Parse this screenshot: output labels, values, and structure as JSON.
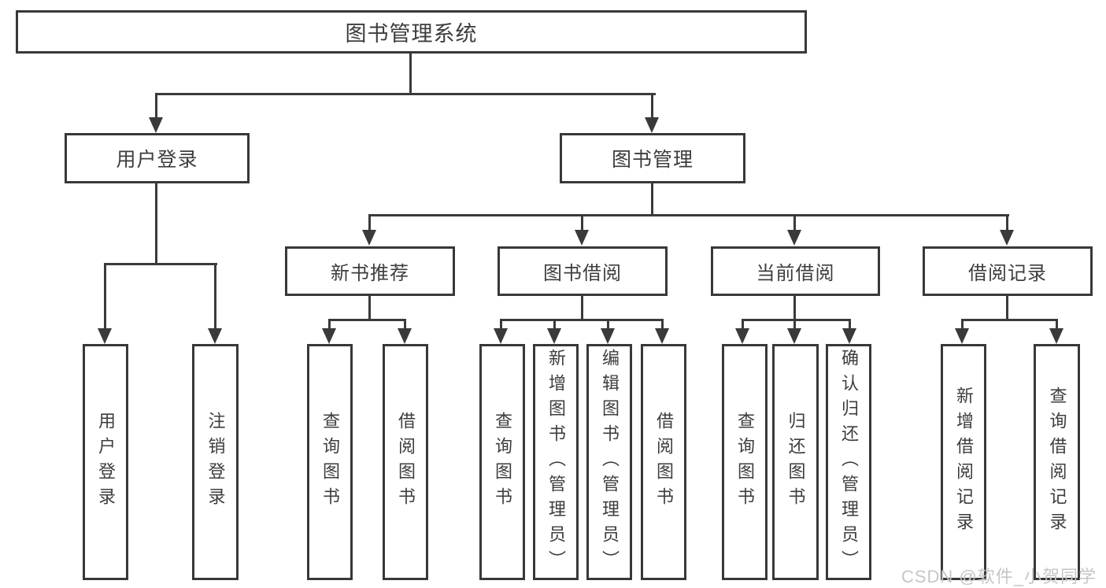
{
  "page": {
    "background_color": "#ffffff",
    "line_color": "#3a3a3a",
    "box_border_color": "#383838",
    "text_color": "#3d3d3d"
  },
  "watermark": {
    "text": "CSDN @软件_小贺同学",
    "color": "#c6c6c6"
  },
  "diagram": {
    "root": {
      "label": "图书管理系统"
    },
    "level2": [
      {
        "id": "user-login",
        "label": "用户登录",
        "parent": "root"
      },
      {
        "id": "book-management",
        "label": "图书管理",
        "parent": "root"
      }
    ],
    "level3": [
      {
        "id": "new-book-recommendation",
        "label": "新书推荐",
        "parent": "book-management"
      },
      {
        "id": "book-borrowing",
        "label": "图书借阅",
        "parent": "book-management"
      },
      {
        "id": "current-borrowing",
        "label": "当前借阅",
        "parent": "book-management"
      },
      {
        "id": "borrowing-records",
        "label": "借阅记录",
        "parent": "book-management"
      }
    ],
    "leaves": [
      {
        "id": "leaf-user-login",
        "label": "用户登录",
        "parent": "user-login"
      },
      {
        "id": "leaf-logout",
        "label": "注销登录",
        "parent": "user-login"
      },
      {
        "id": "leaf-query-books-recommend",
        "label": "查询图书",
        "parent": "new-book-recommendation"
      },
      {
        "id": "leaf-borrow-books-recommend",
        "label": "借阅图书",
        "parent": "new-book-recommendation"
      },
      {
        "id": "leaf-query-books-borrowing",
        "label": "查询图书",
        "parent": "book-borrowing"
      },
      {
        "id": "leaf-add-book-admin",
        "label": "新增图书（管理员）",
        "parent": "book-borrowing"
      },
      {
        "id": "leaf-edit-book-admin",
        "label": "编辑图书（管理员）",
        "parent": "book-borrowing"
      },
      {
        "id": "leaf-borrow-books-borrowing",
        "label": "借阅图书",
        "parent": "book-borrowing"
      },
      {
        "id": "leaf-query-books-current",
        "label": "查询图书",
        "parent": "current-borrowing"
      },
      {
        "id": "leaf-return-books",
        "label": "归还图书",
        "parent": "current-borrowing"
      },
      {
        "id": "leaf-confirm-return-admin",
        "label": "确认归还（管理员）",
        "parent": "current-borrowing"
      },
      {
        "id": "leaf-add-borrowing-record",
        "label": "新增借阅记录",
        "parent": "borrowing-records"
      },
      {
        "id": "leaf-query-borrowing-record",
        "label": "查询借阅记录",
        "parent": "borrowing-records"
      }
    ]
  }
}
